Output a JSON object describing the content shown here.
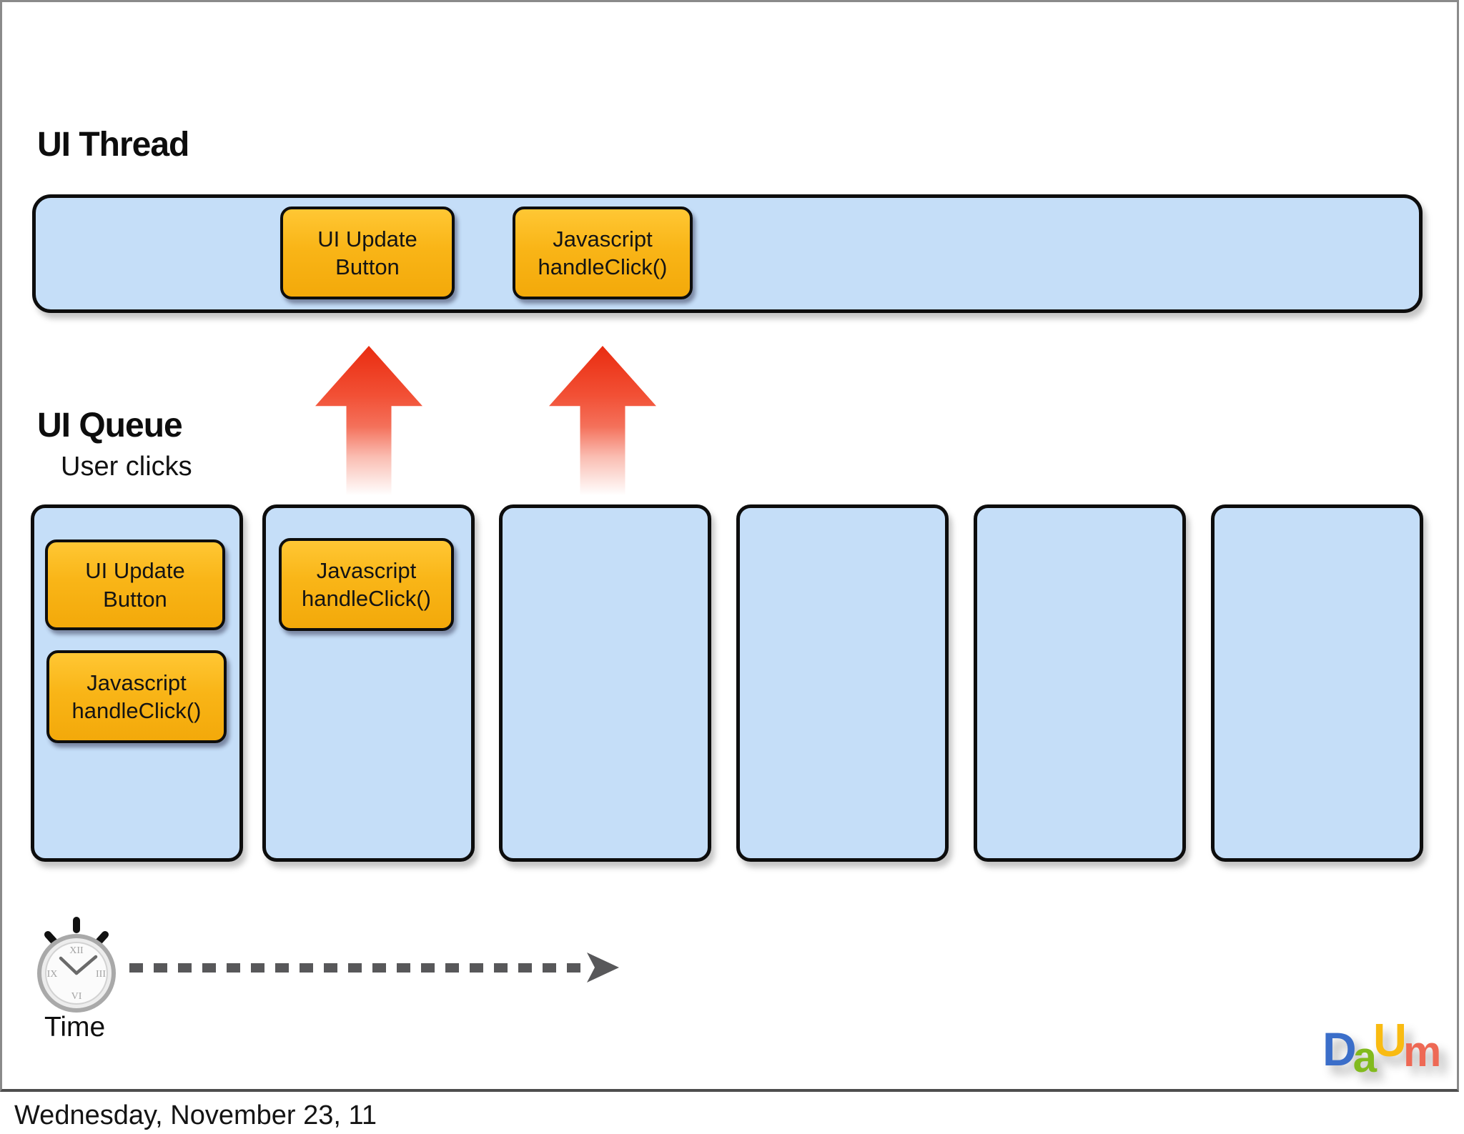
{
  "slide": {
    "ui_thread_heading": "UI Thread",
    "ui_queue_heading": "UI Queue",
    "user_clicks_label": "User clicks",
    "time_label": "Time",
    "thread": {
      "tasks": [
        "UI Update\nButton",
        "Javascript\nhandleClick()"
      ]
    },
    "queue": {
      "slots": [
        {
          "tasks": [
            "UI Update\nButton",
            "Javascript\nhandleClick()"
          ]
        },
        {
          "tasks": [
            "Javascript\nhandleClick()"
          ]
        },
        {
          "tasks": []
        },
        {
          "tasks": []
        },
        {
          "tasks": []
        },
        {
          "tasks": []
        }
      ]
    },
    "colors": {
      "slot_fill": "#c5def8",
      "task_fill": "#f9b517",
      "arrow_red": "#ee3314",
      "dash_gray": "#58585a",
      "border_black": "#0d0d0d"
    }
  },
  "logo": {
    "name": "Daum",
    "letters": [
      {
        "char": "D",
        "color": "#3b6ec9"
      },
      {
        "char": "a",
        "color": "#82ba1e"
      },
      {
        "char": "U",
        "color": "#f9bb12"
      },
      {
        "char": "m",
        "color": "#ee6955"
      }
    ]
  },
  "footer": {
    "date": "Wednesday, November 23, 11"
  }
}
